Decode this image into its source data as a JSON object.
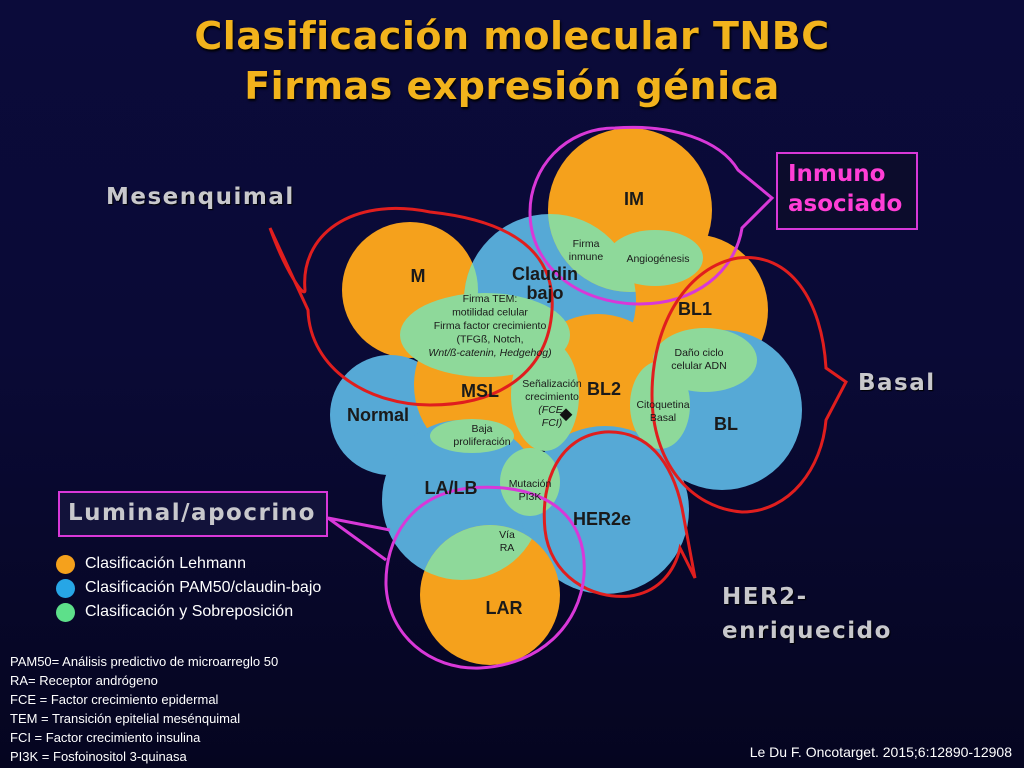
{
  "title": {
    "line1": "Clasificación molecular TNBC",
    "line2": "Firmas expresión génica"
  },
  "colors": {
    "orange": "#f5a11c",
    "blue": "#56a9d6",
    "green": "#8ed99a",
    "red": "#e01e1e",
    "magenta": "#d838d8"
  },
  "group_labels": {
    "mesenquimal": "Mesenquimal",
    "basal": "Basal",
    "her2": "HER2-\nenriquecido",
    "inmuno": "Inmuno\nasociado",
    "luminal": "Luminal/apocrino"
  },
  "subtypes": {
    "im": "IM",
    "m": "M",
    "claudin": "Claudin\nbajo",
    "bl1": "BL1",
    "msl": "MSL",
    "bl2": "BL2",
    "bl": "BL",
    "normal": "Normal",
    "lalb": "LA/LB",
    "her2e": "HER2e",
    "lar": "LAR"
  },
  "overlaps": {
    "firma_inmune": "Firma\ninmune",
    "angiogenesis": "Angiogénesis",
    "firma_tem": "Firma TEM:\nmotilidad celular\nFirma factor crecimiento\n(TFGß, Notch,\nWnt/ß-catenin, Hedgehog)",
    "dano": "Daño ciclo\ncelular ADN",
    "senalizacion": "Señalización\ncrecimiento\n(FCE,\nFCI)",
    "citoquetina": "Citoquetina\nBasal",
    "baja": "Baja\nproliferación",
    "mutacion": "Mutación\nPI3K",
    "via_ra": "Vía\nRA"
  },
  "legend": [
    {
      "color": "#f5a11c",
      "label": "Clasificación Lehmann"
    },
    {
      "color": "#27a6e6",
      "label": "Clasificación PAM50/claudin-bajo"
    },
    {
      "color": "#5de08a",
      "label": "Clasificación y Sobreposición"
    }
  ],
  "abbreviations": [
    "PAM50= Análisis predictivo de microarreglo 50",
    "RA= Receptor andrógeno",
    "FCE = Factor crecimiento epidermal",
    "TEM = Transición epitelial mesénquimal",
    "FCI = Factor crecimiento insulina",
    "PI3K = Fosfoinositol 3-quinasa"
  ],
  "citation": "Le Du F. Oncotarget. 2015;6:12890-12908"
}
